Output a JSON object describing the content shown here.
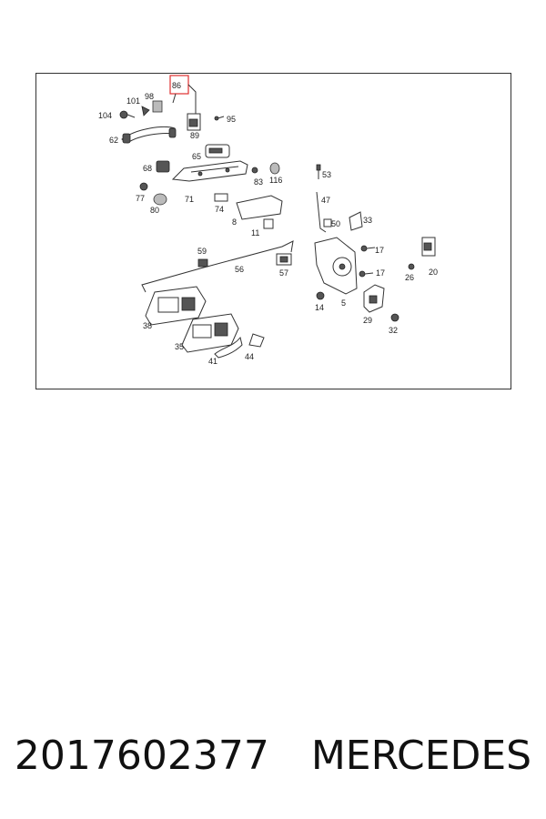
{
  "diagram": {
    "highlight_color": "#e03030",
    "labels": {
      "p86": "86",
      "p98": "98",
      "p101": "101",
      "p104": "104",
      "p95": "95",
      "p62": "62",
      "p89": "89",
      "p65": "65",
      "p68": "68",
      "p77": "77",
      "p71": "71",
      "p83": "83",
      "p116": "116",
      "p80": "80",
      "p74": "74",
      "p8": "8",
      "p11": "11",
      "p53": "53",
      "p47": "47",
      "p50": "50",
      "p33": "33",
      "p59": "59",
      "p56": "56",
      "p57": "57",
      "p17a": "17",
      "p17b": "17",
      "p20": "20",
      "p26": "26",
      "p14": "14",
      "p5": "5",
      "p29": "29",
      "p32": "32",
      "p38": "38",
      "p35": "35",
      "p41": "41",
      "p44": "44"
    }
  },
  "footer": {
    "part_number": "2017602377",
    "brand": "MERCEDES"
  }
}
